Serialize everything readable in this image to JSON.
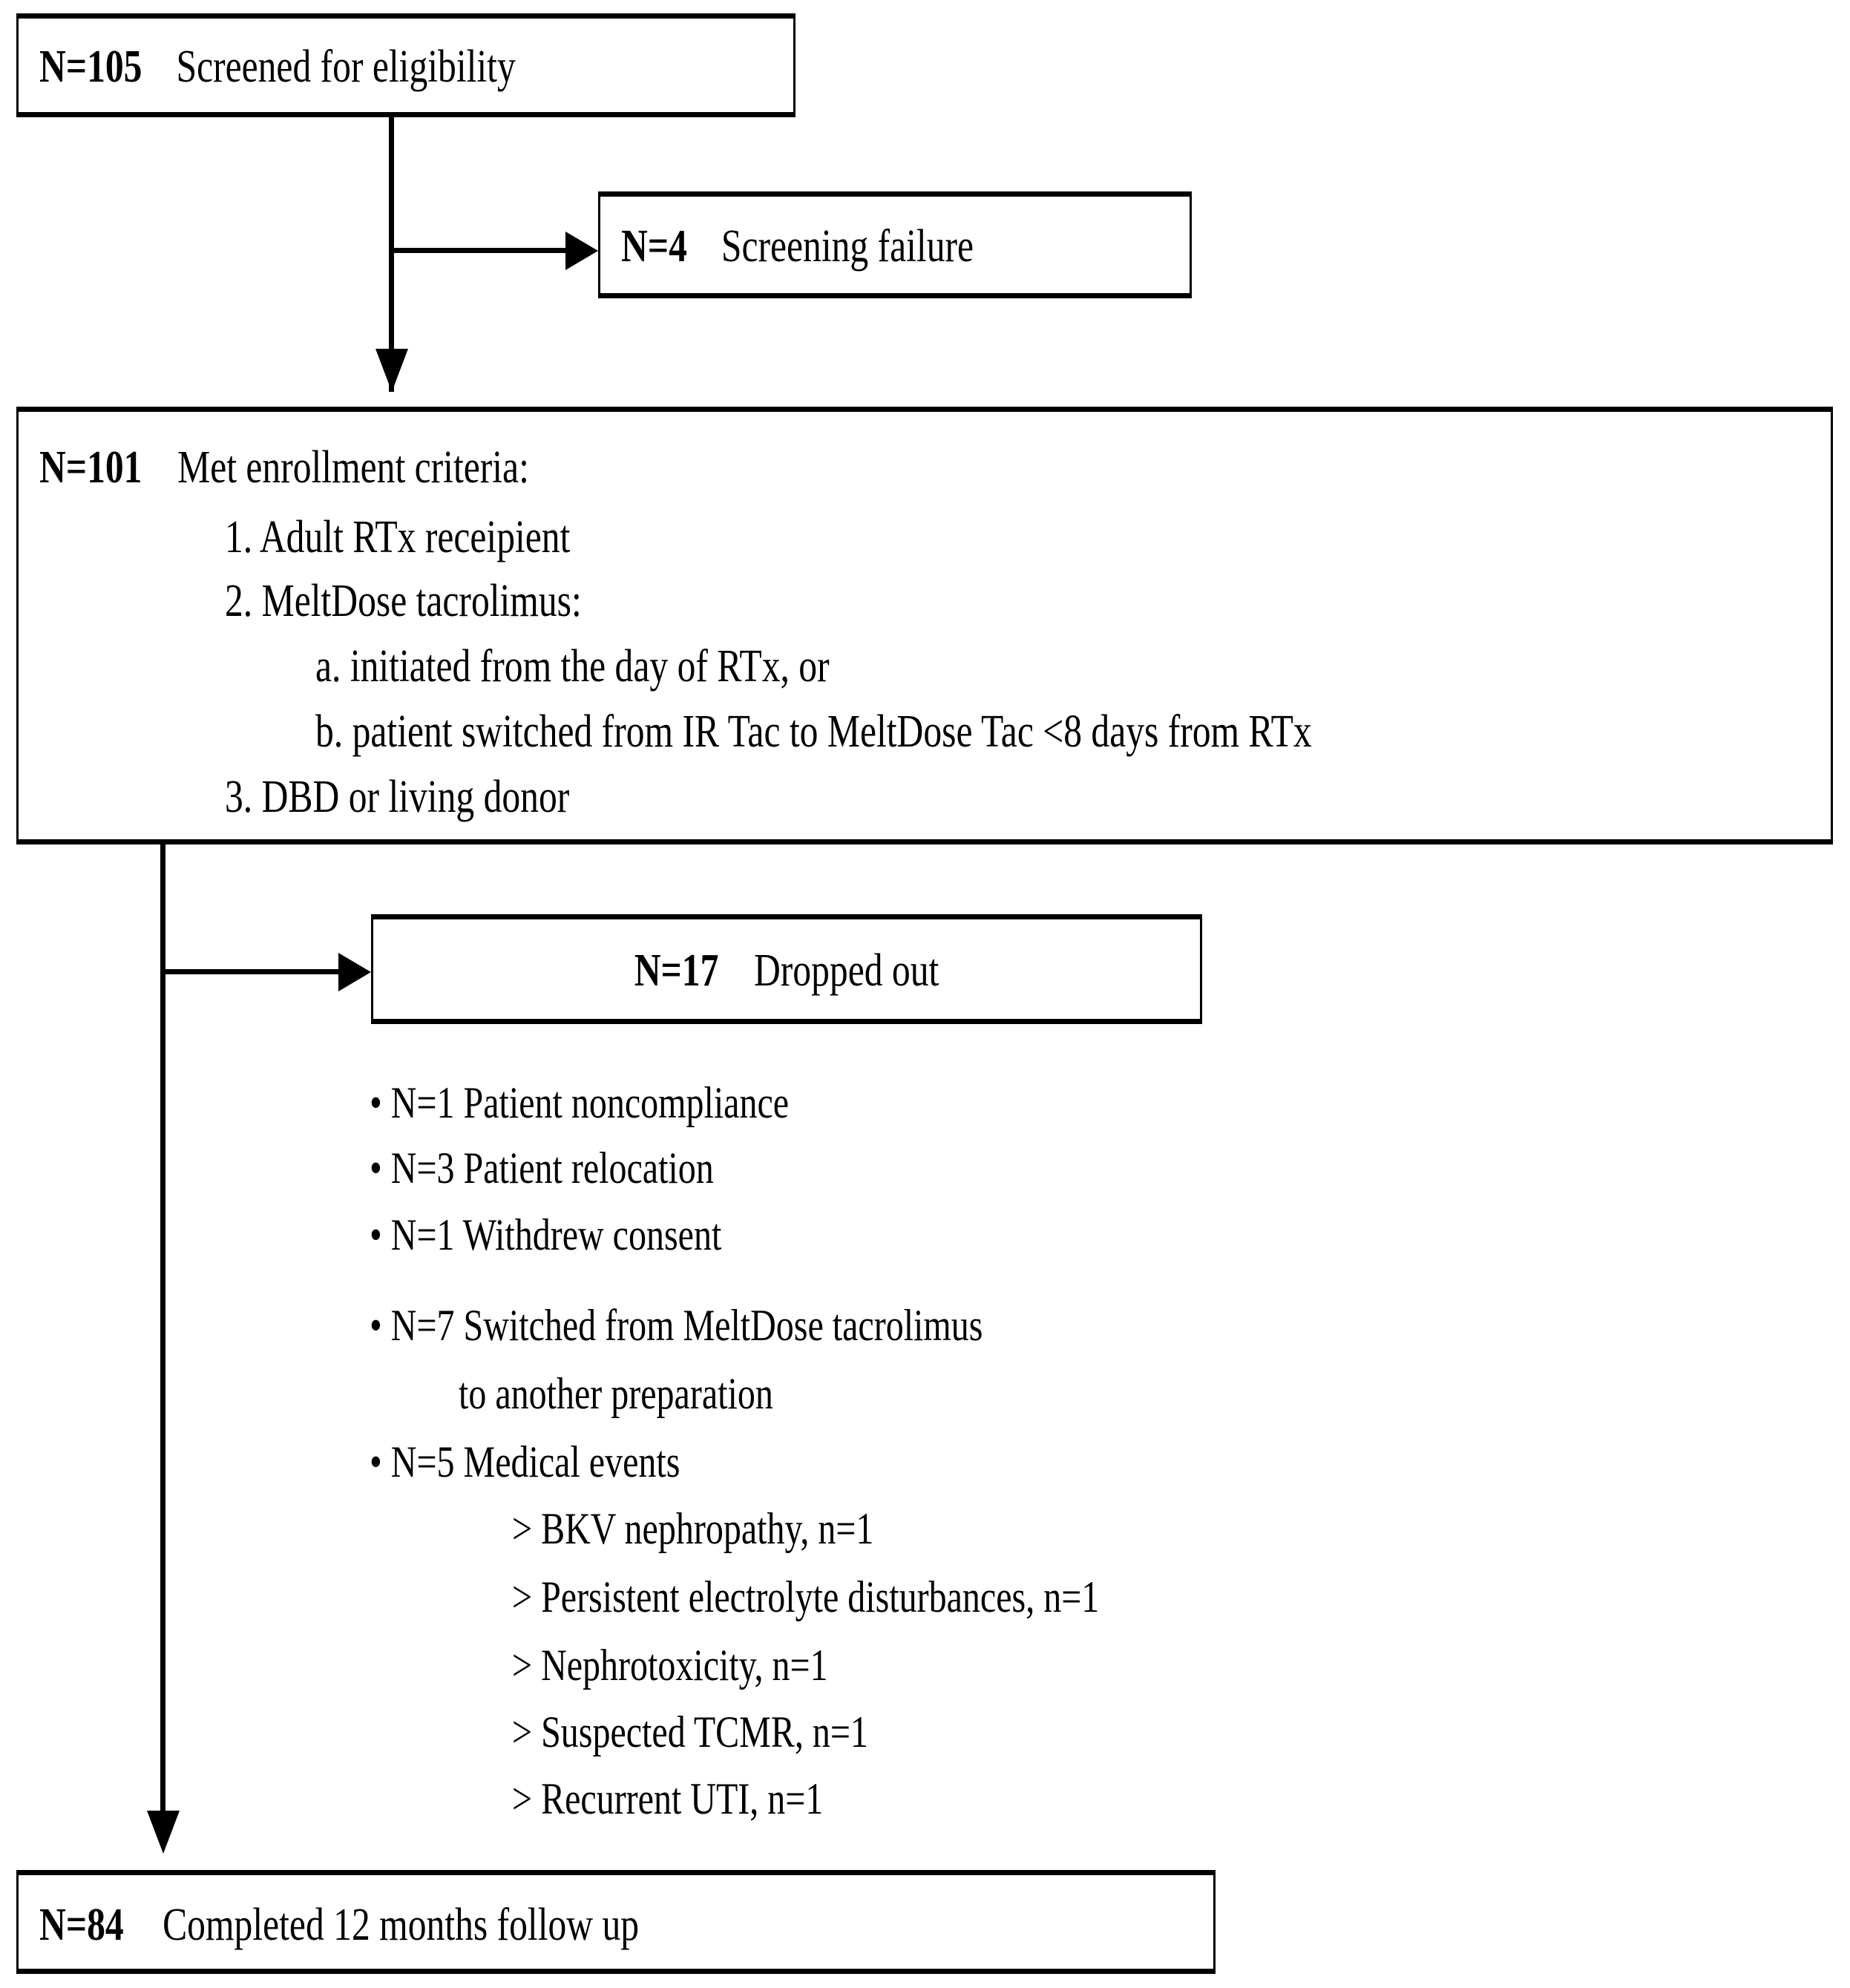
{
  "diagram": {
    "title": "CONSORT-style participant flow diagram",
    "nodes": {
      "screened": {
        "n_label": "N=105",
        "text": "Screened for eligibility"
      },
      "screening_failure": {
        "n_label": "N=4",
        "text": "Screening failure"
      },
      "enrolled": {
        "n_label": "N=101",
        "text": "Met enrollment criteria:",
        "criteria": [
          "1. Adult RTx receipient",
          "2. MeltDose tacrolimus:",
          "a. initiated from the day of RTx, or",
          "b. patient switched from IR Tac to  MeltDose Tac <8 days from RTx",
          "3. DBD or living donor"
        ]
      },
      "dropped_out": {
        "n_label": "N=17",
        "text": "Dropped out",
        "reasons": [
          "• N=1 Patient noncompliance",
          "• N=3 Patient relocation",
          "• N=1 Withdrew consent",
          "• N=7 Switched from MeltDose tacrolimus",
          "to another preparation",
          "• N=5 Medical events"
        ],
        "medical_events": [
          "> BKV nephropathy, n=1",
          "> Persistent electrolyte disturbances, n=1",
          "> Nephrotoxicity, n=1",
          "> Suspected TCMR, n=1",
          "> Recurrent UTI, n=1"
        ]
      },
      "completed": {
        "n_label": "N=84",
        "text": "Completed 12 months  follow up"
      }
    }
  }
}
